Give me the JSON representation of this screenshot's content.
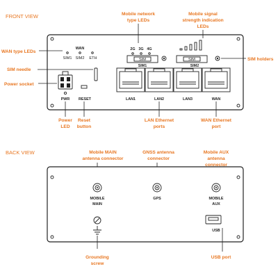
{
  "front": {
    "title": "FRONT VIEW",
    "panel": {
      "wan_title": "WAN",
      "sim1_led": "SIM1",
      "sim2_led": "SIM2",
      "eth_led": "ETH",
      "led_2g": "2G",
      "led_3g": "3G",
      "led_4g": "4G",
      "sim_slot_1_text": "SIM",
      "sim_slot_2_text": "SIM",
      "sim1_label": "SIM1",
      "sim2_label": "SIM2",
      "pwr": "PWR",
      "reset": "RESET",
      "ports": [
        "LAN1",
        "LAN2",
        "LAN3",
        "WAN"
      ]
    },
    "callouts": {
      "network_type_leds": [
        "Mobile network",
        "type LEDs"
      ],
      "signal_leds": [
        "Mobile signal",
        "strength indication",
        "LEDs"
      ],
      "wan_type_leds": "WAN type LEDs",
      "sim_holders": "SIM holders",
      "sim_needle": "SIM needle",
      "power_socket": "Power socket",
      "power_led": [
        "Power",
        "LED"
      ],
      "reset_button": [
        "Reset",
        "button"
      ],
      "lan_ports": [
        "LAN Ethernet",
        "ports"
      ],
      "wan_port": [
        "WAN Ethernet",
        "port"
      ]
    }
  },
  "back": {
    "title": "BACK VIEW",
    "panel": {
      "main_label": [
        "MOBILE",
        "MAIN"
      ],
      "gps_label": "GPS",
      "aux_label": [
        "MOBILE",
        "AUX"
      ],
      "usb_label": "USB"
    },
    "callouts": {
      "main_antenna": [
        "Mobile MAIN",
        "antenna connector"
      ],
      "gnss_antenna": [
        "GNSS antenna",
        "connector"
      ],
      "aux_antenna": [
        "Mobile AUX",
        "antenna",
        "connector"
      ],
      "grounding": [
        "Grounding",
        "screw"
      ],
      "usb_port": "USB port"
    }
  },
  "colors": {
    "accent": "#e87722",
    "ink": "#222222"
  }
}
